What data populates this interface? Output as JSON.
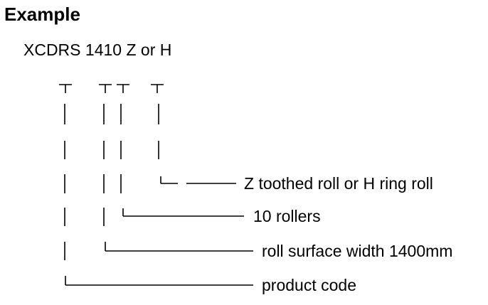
{
  "heading": "Example",
  "model_code": "XCDRS 1410 Z or H",
  "annotations": [
    "Z toothed roll or H ring roll",
    "10 rollers",
    "roll surface width 1400mm",
    "product code"
  ]
}
